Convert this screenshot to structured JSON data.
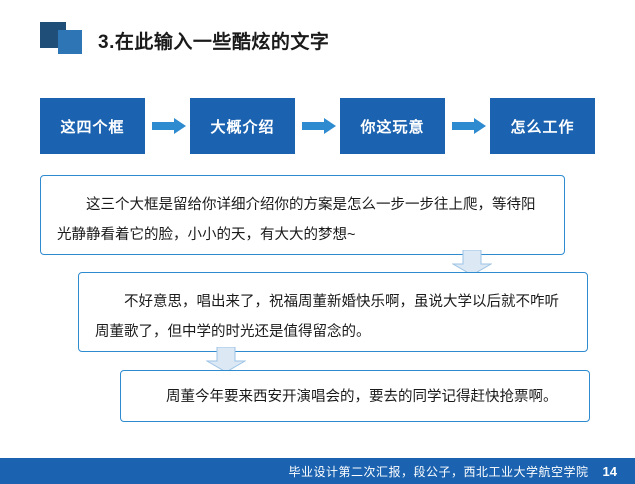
{
  "slide": {
    "title": "3.在此输入一些酷炫的文字",
    "process_boxes": [
      {
        "label": "这四个框"
      },
      {
        "label": "大概介绍"
      },
      {
        "label": "你这玩意"
      },
      {
        "label": "怎么工作"
      }
    ],
    "content_boxes": [
      {
        "text": "这三个大框是留给你详细介绍你的方案是怎么一步一步往上爬，等待阳光静静看着它的脸，小小的天，有大大的梦想~"
      },
      {
        "text": "不好意思，唱出来了，祝福周董新婚快乐啊，虽说大学以后就不咋听周董歌了，但中学的时光还是值得留念的。"
      },
      {
        "text": "周董今年要来西安开演唱会的，要去的同学记得赶快抢票啊。"
      }
    ],
    "footer": {
      "text": "毕业设计第二次汇报，段公子，西北工业大学航空学院",
      "page": "14"
    },
    "colors": {
      "accent_blue": "#1b63b0",
      "dark_blue": "#1f4e79",
      "mid_blue": "#2e75b6",
      "outline_blue": "#2e8bd0"
    }
  }
}
